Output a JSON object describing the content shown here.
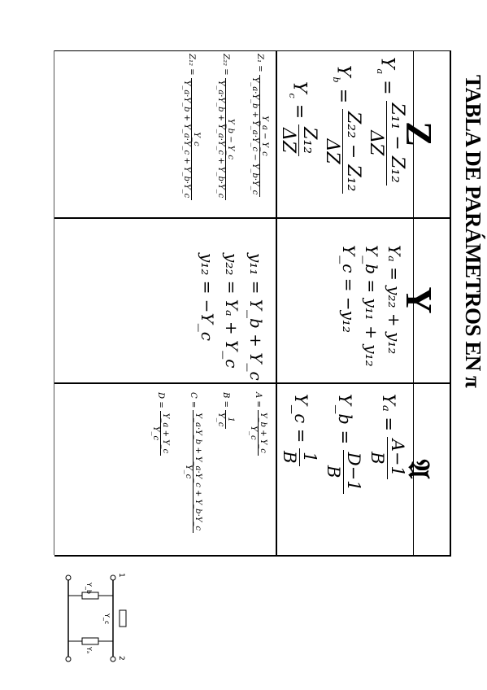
{
  "title": "TABLA DE PARÁMETROS EN π",
  "columns": {
    "z": "Z",
    "y": "Y",
    "a": "𝔄"
  },
  "z_col": {
    "ya_lhs": "Y",
    "ya_sub": "a",
    "ya_num": "Z₁₁ − Z₁₂",
    "ya_den": "ΔZ",
    "yb_lhs": "Y",
    "yb_sub": "b",
    "yb_num": "Z₂₂ − Z₁₂",
    "yb_den": "ΔZ",
    "yc_lhs": "Y",
    "yc_sub": "c",
    "yc_num": "Z₁₂",
    "yc_den": "ΔZ",
    "z11_lhs": "Z₁ =",
    "z11_num": "Y_a − Y_c",
    "z11_den": "Y_a·Y_b + Y_a·Y_c − Y_b·Y_c",
    "z22_lhs": "Z₂₂ =",
    "z22_num": "Y_b − Y_c",
    "z22_den": "Y_a·Y_b + Y_a·Y_c + Y_b·Y_c",
    "z12_lhs": "Z₁₂ =",
    "z12_num": "Y_c",
    "z12_den": "Y_a·Y_b + Y_a·Y_c + Y_b·Y_c"
  },
  "y_col": {
    "ya": "Yₐ = y₂₂ + y₁₂",
    "yb": "Y_b = y₁₁ + y₁₂",
    "yc": "Y_c = −y₁₂",
    "y11": "y₁₁ = Y_b + Y_c",
    "y22": "y₂₂ = Yₐ + Y_c",
    "y12": "y₁₂ = −Y_c"
  },
  "a_col": {
    "ya_lhs": "Yₐ =",
    "ya_num": "A−1",
    "ya_den": "B",
    "yb_lhs": "Y_b =",
    "yb_num": "D−1",
    "yb_den": "B",
    "yc_lhs": "Y_c =",
    "yc_num": "1",
    "yc_den": "B",
    "A_lhs": "A =",
    "A_num": "Y_b + Y_c",
    "A_den": "Y_c",
    "B_lhs": "B =",
    "B_num": "1",
    "B_den": "Y_c",
    "C_lhs": "C =",
    "C_num": "Y_a·Y_b + Y_a·Y_c + Y_b·Y_c",
    "C_den": "Y_c",
    "D_lhs": "D =",
    "D_num": "Y_a + Y_c",
    "D_den": "Y_c"
  },
  "circuit": {
    "node1": "1",
    "node2": "2",
    "ya": "Yₐ",
    "yb": "Y_b",
    "yc": "Y_c"
  }
}
